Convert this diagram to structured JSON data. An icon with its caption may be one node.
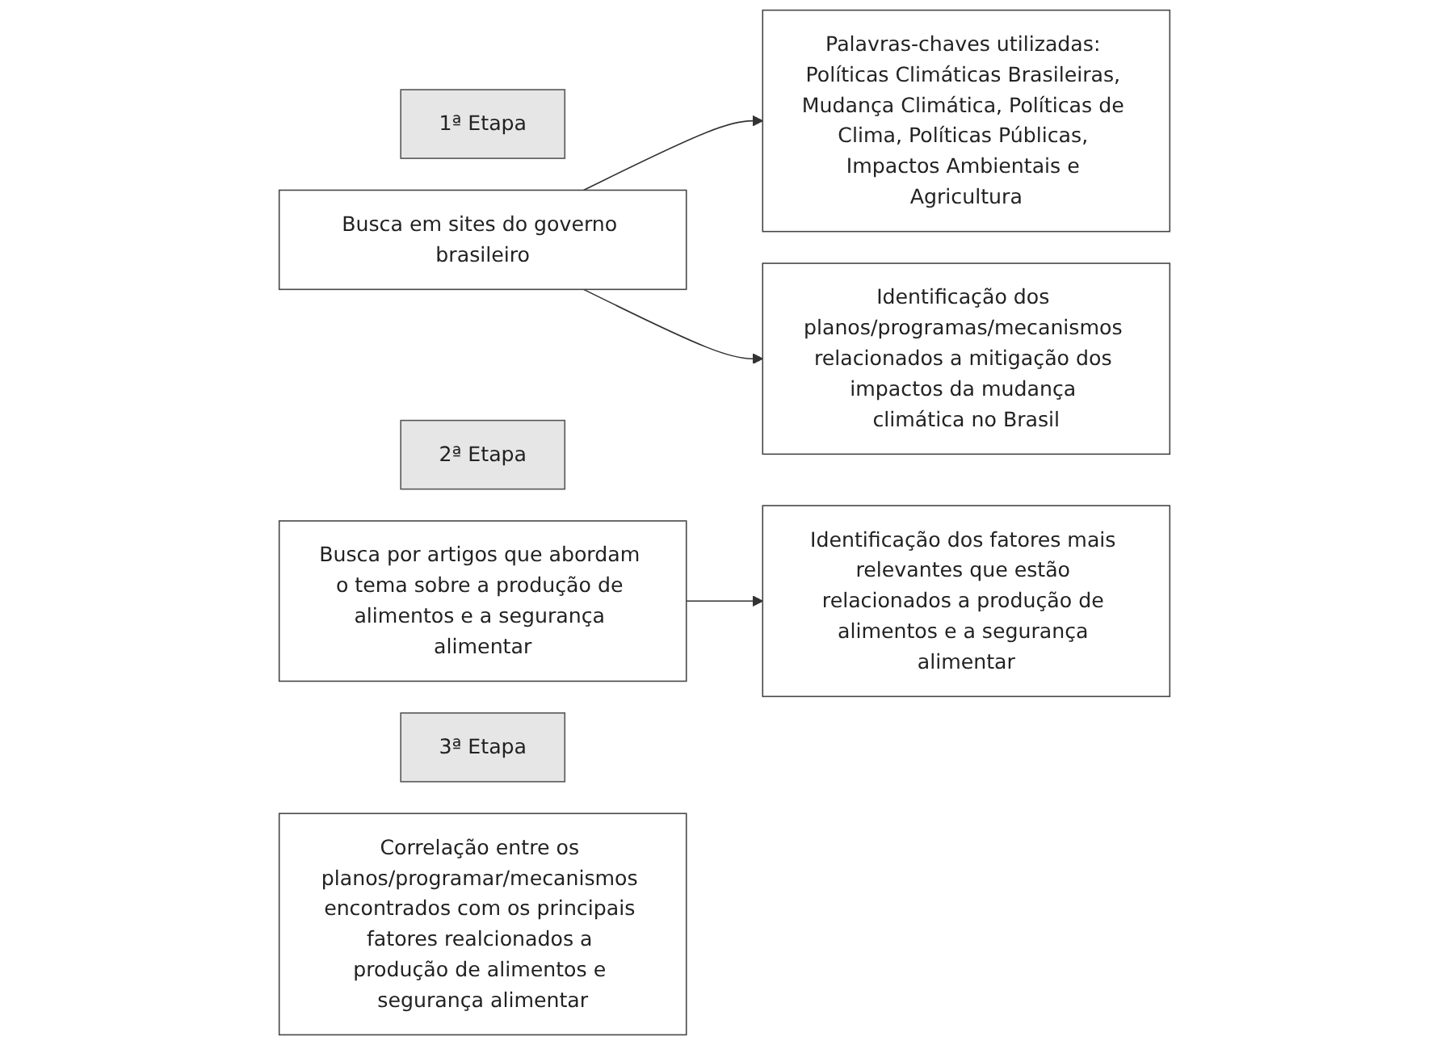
{
  "diagram": {
    "nodes": [
      {
        "text": [
          "1ª Etapa"
        ]
      },
      {
        "text": [
          "Palavras-chaves utilizadas: Políticas Climáticas Brasileiras, Mudança Climática, Políticas de Clima, Políticas Públicas, Impactos Ambientais e Agricultura"
        ]
      },
      {
        "text": [
          "Busca em sites do governo brasileiro"
        ]
      },
      {
        "text": [
          "Identificação dos planos/programas/mecanismos relacionados a mitigação dos impactos da mudança climática no Brasil"
        ]
      },
      {
        "text": [
          "2ª Etapa"
        ]
      },
      {
        "text": [
          "Busca por artigos que abordam o tema sobre a produção de alimentos e a segurança alimentar"
        ]
      },
      {
        "text": [
          "Identificação dos fatores mais relevantes que estão relacionados a produção de alimentos e a segurança alimentar"
        ]
      },
      {
        "text": [
          "3ª Etapa"
        ]
      },
      {
        "text": [
          "Correlação entre os planos/programar/mecanismos encontrados com os principais fatores realcionados a produção de alimentos e segurança alimentar"
        ]
      }
    ],
    "edges": [
      {
        "from": 2,
        "to": 1,
        "arrow": "to"
      },
      {
        "from": 2,
        "to": 3,
        "arrow": "to"
      },
      {
        "from": 5,
        "to": 6,
        "arrow": "to"
      }
    ]
  }
}
